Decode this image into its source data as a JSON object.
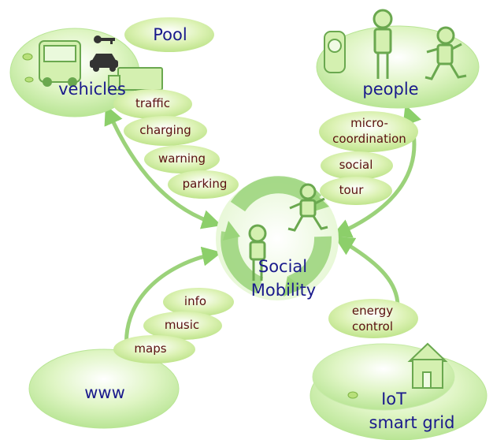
{
  "colors": {
    "background": "#ffffff",
    "bubble_fill": "#d8f3b2",
    "bubble_edge": "#a9d98a",
    "small_bubble_fill": "#cfeea0",
    "arrow": "#8ccf6a",
    "node_text": "#1a1a8c",
    "bubble_text": "#5a1010"
  },
  "nodes": {
    "vehicles": {
      "label": "vehicles",
      "pool_label": "Pool",
      "icons": [
        "truck-icon",
        "car-icon",
        "key-icon",
        "lorry-icon",
        "light-icon"
      ]
    },
    "people": {
      "label": "people",
      "icons": [
        "mobile-phone-icon",
        "standing-person-icon",
        "running-person-icon"
      ]
    },
    "www": {
      "label": "www"
    },
    "iot": {
      "line1": "IoT",
      "line2": "smart grid",
      "icons": [
        "house-icon",
        "light-icon"
      ]
    },
    "center": {
      "line1": "Social",
      "line2": "Mobility",
      "icons": [
        "recycle-arrows-icon",
        "standing-person-icon",
        "running-person-icon"
      ]
    }
  },
  "services": {
    "vehicles": [
      "traffic",
      "charging",
      "warning",
      "parking"
    ],
    "people": [
      "micro-\ncoordination",
      "social",
      "tour"
    ],
    "www": [
      "info",
      "music",
      "maps"
    ],
    "iot": [
      "energy\ncontrol"
    ]
  }
}
